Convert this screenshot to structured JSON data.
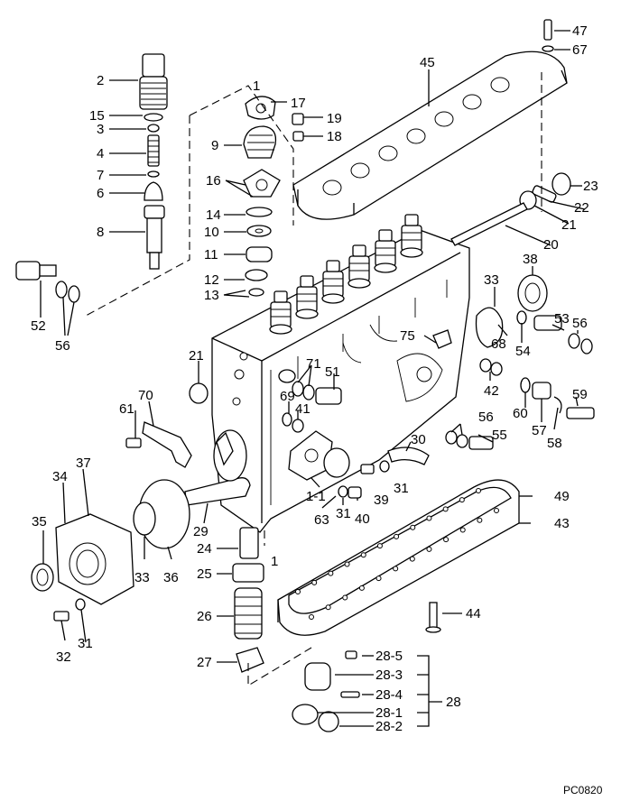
{
  "drawing_code": "PC0820",
  "callouts": [
    {
      "id": "c47",
      "text": "47"
    },
    {
      "id": "c67",
      "text": "67"
    },
    {
      "id": "c45",
      "text": "45"
    },
    {
      "id": "c2",
      "text": "2"
    },
    {
      "id": "c17",
      "text": "17"
    },
    {
      "id": "c1top",
      "text": "1"
    },
    {
      "id": "c19",
      "text": "19"
    },
    {
      "id": "c15",
      "text": "15"
    },
    {
      "id": "c3",
      "text": "3"
    },
    {
      "id": "c9",
      "text": "9"
    },
    {
      "id": "c18",
      "text": "18"
    },
    {
      "id": "c4",
      "text": "4"
    },
    {
      "id": "c7",
      "text": "7"
    },
    {
      "id": "c16",
      "text": "16"
    },
    {
      "id": "c6",
      "text": "6"
    },
    {
      "id": "c23",
      "text": "23"
    },
    {
      "id": "c22",
      "text": "22"
    },
    {
      "id": "c14",
      "text": "14"
    },
    {
      "id": "c21a",
      "text": "21"
    },
    {
      "id": "c8",
      "text": "8"
    },
    {
      "id": "c10",
      "text": "10"
    },
    {
      "id": "c20",
      "text": "20"
    },
    {
      "id": "c11",
      "text": "11"
    },
    {
      "id": "c38",
      "text": "38"
    },
    {
      "id": "c12",
      "text": "12"
    },
    {
      "id": "c33a",
      "text": "33"
    },
    {
      "id": "c13",
      "text": "13"
    },
    {
      "id": "c52",
      "text": "52"
    },
    {
      "id": "c56a",
      "text": "56"
    },
    {
      "id": "c53",
      "text": "53"
    },
    {
      "id": "c56b",
      "text": "56"
    },
    {
      "id": "c68",
      "text": "68"
    },
    {
      "id": "c54",
      "text": "54"
    },
    {
      "id": "c75",
      "text": "75"
    },
    {
      "id": "c21b",
      "text": "21"
    },
    {
      "id": "c71",
      "text": "71"
    },
    {
      "id": "c51",
      "text": "51"
    },
    {
      "id": "c42",
      "text": "42"
    },
    {
      "id": "c59",
      "text": "59"
    },
    {
      "id": "c70",
      "text": "70"
    },
    {
      "id": "c69",
      "text": "69"
    },
    {
      "id": "c61",
      "text": "61"
    },
    {
      "id": "c41",
      "text": "41"
    },
    {
      "id": "c60",
      "text": "60"
    },
    {
      "id": "c57",
      "text": "57"
    },
    {
      "id": "c56c",
      "text": "56"
    },
    {
      "id": "c58",
      "text": "58"
    },
    {
      "id": "c55",
      "text": "55"
    },
    {
      "id": "c30",
      "text": "30"
    },
    {
      "id": "c34",
      "text": "34"
    },
    {
      "id": "c37",
      "text": "37"
    },
    {
      "id": "c31a",
      "text": "31"
    },
    {
      "id": "c39",
      "text": "39"
    },
    {
      "id": "c49",
      "text": "49"
    },
    {
      "id": "c1-1",
      "text": "1-1"
    },
    {
      "id": "c35",
      "text": "35"
    },
    {
      "id": "c31b",
      "text": "31"
    },
    {
      "id": "c40",
      "text": "40"
    },
    {
      "id": "c63",
      "text": "63"
    },
    {
      "id": "c29",
      "text": "29"
    },
    {
      "id": "c43",
      "text": "43"
    },
    {
      "id": "c24",
      "text": "24"
    },
    {
      "id": "c1mid",
      "text": "1"
    },
    {
      "id": "c33b",
      "text": "33"
    },
    {
      "id": "c36",
      "text": "36"
    },
    {
      "id": "c25",
      "text": "25"
    },
    {
      "id": "c44",
      "text": "44"
    },
    {
      "id": "c26",
      "text": "26"
    },
    {
      "id": "c32",
      "text": "32"
    },
    {
      "id": "c31c",
      "text": "31"
    },
    {
      "id": "c27",
      "text": "27"
    },
    {
      "id": "c28-5",
      "text": "28-5"
    },
    {
      "id": "c28-3",
      "text": "28-3"
    },
    {
      "id": "c28-4",
      "text": "28-4"
    },
    {
      "id": "c28",
      "text": "28"
    },
    {
      "id": "c28-1",
      "text": "28-1"
    },
    {
      "id": "c28-2",
      "text": "28-2"
    }
  ]
}
